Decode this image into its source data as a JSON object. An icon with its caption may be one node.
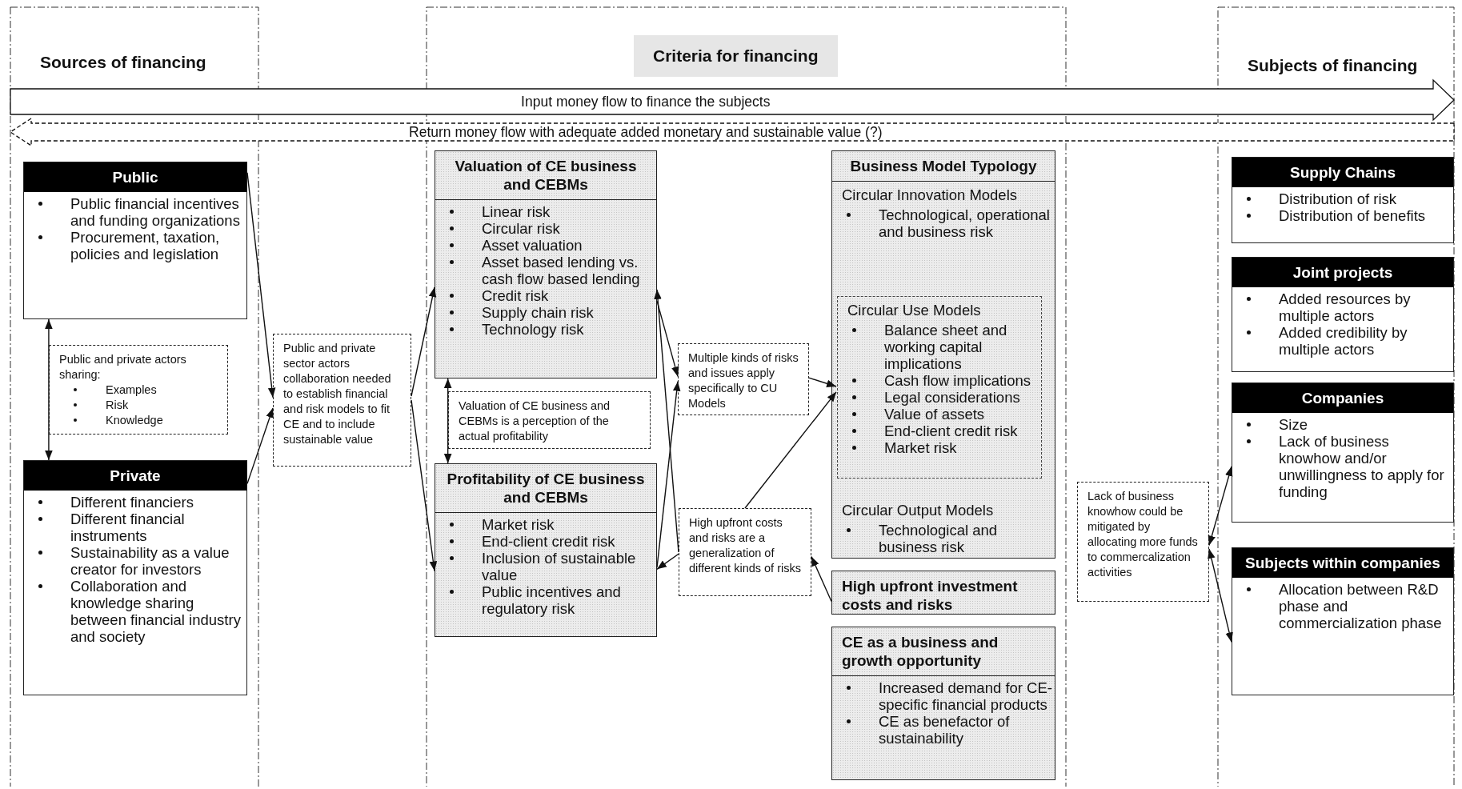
{
  "diagram": {
    "nodes": [
      {
        "text": [
          "Sources of financing"
        ]
      },
      {
        "text": [
          "Criteria for financing"
        ]
      },
      {
        "text": [
          "Subjects of financing"
        ]
      },
      {
        "text": [
          "Public",
          "Public financial incentives and funding organizations",
          "Procurement, taxation, policies and legislation"
        ],
        "in": 0
      },
      {
        "text": [
          "Public and private actors sharing:",
          "Examples",
          "Risk",
          "Knowledge"
        ],
        "in": 0
      },
      {
        "text": [
          "Private",
          "Different financiers",
          "Different financial instruments",
          "Sustainability as a value creator for investors",
          "Collaboration and knowledge sharing between financial industry and society"
        ],
        "in": 0
      },
      {
        "text": [
          "Public and private sector actors collaboration needed to establish financial and risk models to fit CE and to include sustainable value"
        ]
      },
      {
        "text": [
          "Valuation of CE business and CEBMs",
          "Linear risk",
          "Circular risk",
          "Asset valuation",
          "Asset based lending vs. cash flow based lending",
          "Credit risk",
          "Supply chain risk",
          "Technology risk"
        ],
        "in": 1
      },
      {
        "text": [
          "Valuation of CE business and CEBMs is a perception of the actual profitability"
        ],
        "in": 1
      },
      {
        "text": [
          "Profitability of CE business and CEBMs",
          "Market risk",
          "End-client credit risk",
          "Inclusion of sustainable value",
          "Public incentives and regulatory risk"
        ],
        "in": 1
      },
      {
        "text": [
          "Multiple kinds of risks and issues apply specifically to CU Models"
        ],
        "in": 1
      },
      {
        "text": [
          "High upfront costs and risks are a generalization of different kinds of risks"
        ],
        "in": 1
      },
      {
        "text": [
          "Business Model Typology",
          "Circular Innovation Models",
          "Technological, operational and business risk",
          "Circular Output Models",
          "Technological and business risk"
        ],
        "in": 1
      },
      {
        "text": [
          "Circular Use Models",
          "Balance sheet and working capital implications",
          "Cash flow implications",
          "Legal considerations",
          "Value of assets",
          "End-client credit risk",
          "Market risk"
        ],
        "in": 12
      },
      {
        "text": [
          "High upfront investment costs and risks"
        ],
        "in": 1
      },
      {
        "text": [
          "CE as a business and growth opportunity",
          "Increased demand for CE-specific financial products",
          "CE as benefactor of sustainability"
        ],
        "in": 1
      },
      {
        "text": [
          "Lack of business knowhow could be mitigated by allocating more funds to commercalization activities"
        ]
      },
      {
        "text": [
          "Supply Chains",
          "Distribution of risk",
          "Distribution of benefits"
        ],
        "in": 2
      },
      {
        "text": [
          "Joint projects",
          "Added resources by multiple actors",
          "Added credibility by multiple actors"
        ],
        "in": 2
      },
      {
        "text": [
          "Companies",
          "Size",
          "Lack of business knowhow and/or unwillingness to apply for funding"
        ],
        "in": 2
      },
      {
        "text": [
          "Subjects within companies",
          "Allocation between R&D phase and commercialization phase"
        ],
        "in": 2
      }
    ],
    "edges": [
      {
        "from": 0,
        "to": 2,
        "arrow": "to",
        "label": "Input money flow to finance the subjects"
      },
      {
        "from": 2,
        "to": 0,
        "arrow": "to",
        "label": "Return money flow with adequate added monetary and sustainable value (?)",
        "style": "dashed"
      },
      {
        "from": 3,
        "to": 5,
        "arrow": "both"
      },
      {
        "from": 3,
        "to": 6,
        "arrow": "to"
      },
      {
        "from": 5,
        "to": 6,
        "arrow": "to"
      },
      {
        "from": 6,
        "to": 7,
        "arrow": "to"
      },
      {
        "from": 6,
        "to": 9,
        "arrow": "to"
      },
      {
        "from": 7,
        "to": 9,
        "arrow": "both"
      },
      {
        "from": 11,
        "to": 7,
        "arrow": "to"
      },
      {
        "from": 7,
        "to": 10,
        "arrow": "to"
      },
      {
        "from": 9,
        "to": 10,
        "arrow": "to"
      },
      {
        "from": 11,
        "to": 9,
        "arrow": "to"
      },
      {
        "from": 10,
        "to": 13,
        "arrow": "to"
      },
      {
        "from": 11,
        "to": 13,
        "arrow": "to"
      },
      {
        "from": 14,
        "to": 11,
        "arrow": "to"
      },
      {
        "from": 16,
        "to": 19,
        "arrow": "both"
      },
      {
        "from": 16,
        "to": 20,
        "arrow": "both"
      }
    ]
  }
}
